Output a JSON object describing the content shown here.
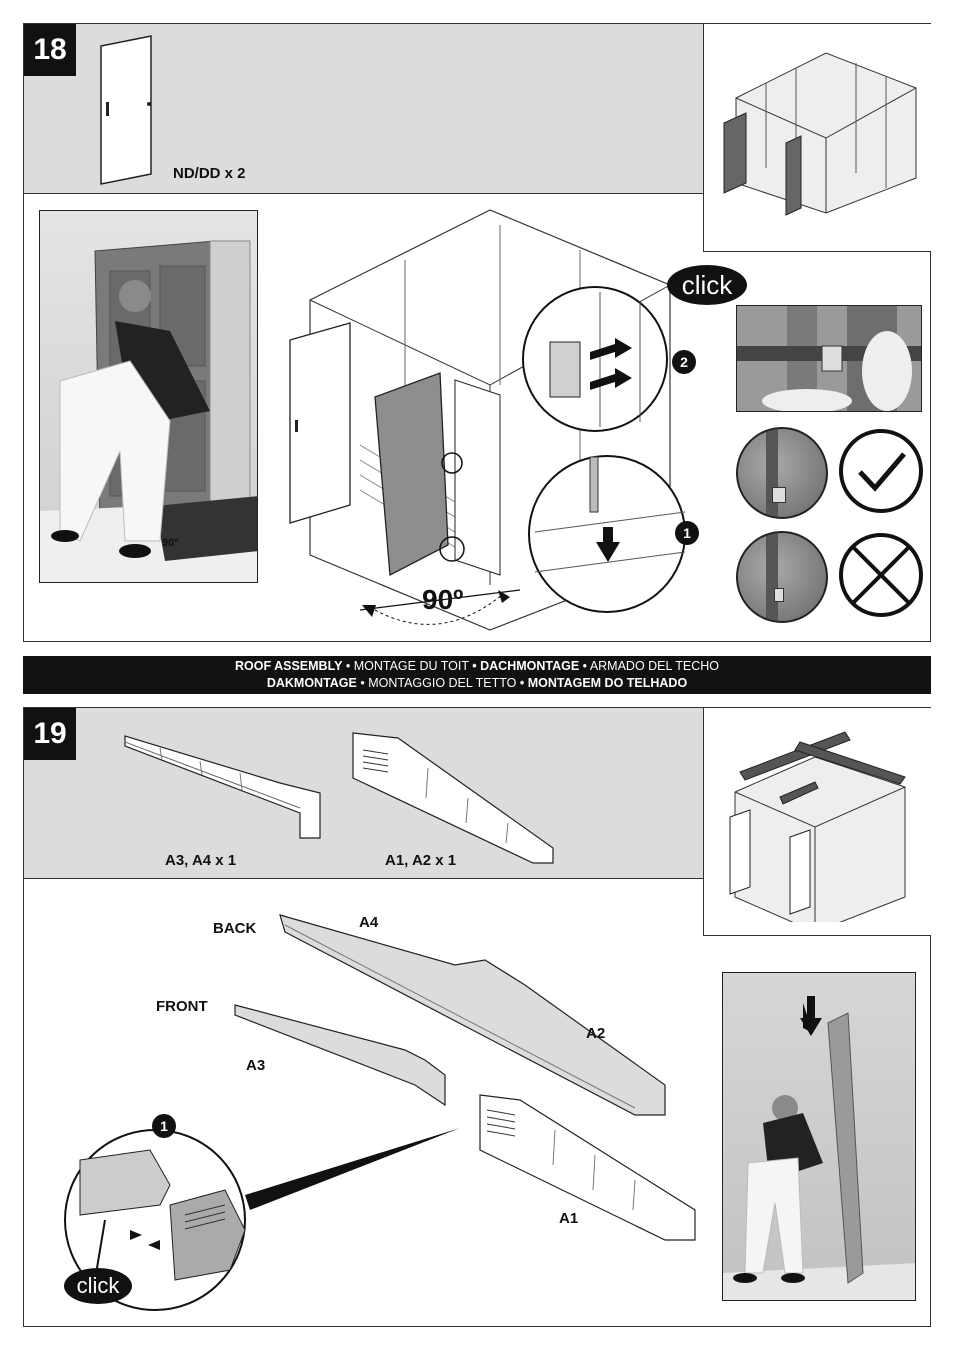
{
  "step18": {
    "number": "18",
    "part_label": "ND/DD x 2",
    "angle_label": "90º",
    "angle_small_label": "90º",
    "click_label": "click",
    "callouts": [
      "1",
      "2"
    ]
  },
  "banner": {
    "line1": [
      {
        "text": "ROOF ASSEMBLY",
        "bold": true
      },
      {
        "text": " • MONTAGE DU TOIT ",
        "bold": false
      },
      {
        "text": "• DACHMONTAGE",
        "bold": true
      },
      {
        "text": " • ARMADO DEL TECHO",
        "bold": false
      }
    ],
    "line2": [
      {
        "text": "DAKMONTAGE",
        "bold": true
      },
      {
        "text": " • MONTAGGIO DEL TETTO ",
        "bold": false
      },
      {
        "text": "• MONTAGEM DO TELHADO",
        "bold": true
      }
    ]
  },
  "step19": {
    "number": "19",
    "part_a3a4": "A3, A4 x 1",
    "part_a1a2": "A1, A2 x 1",
    "back_label": "BACK",
    "front_label": "FRONT",
    "a4_label": "A4",
    "a3_label": "A3",
    "a2_label": "A2",
    "a1_label": "A1",
    "callout": "1",
    "click_label": "click"
  }
}
